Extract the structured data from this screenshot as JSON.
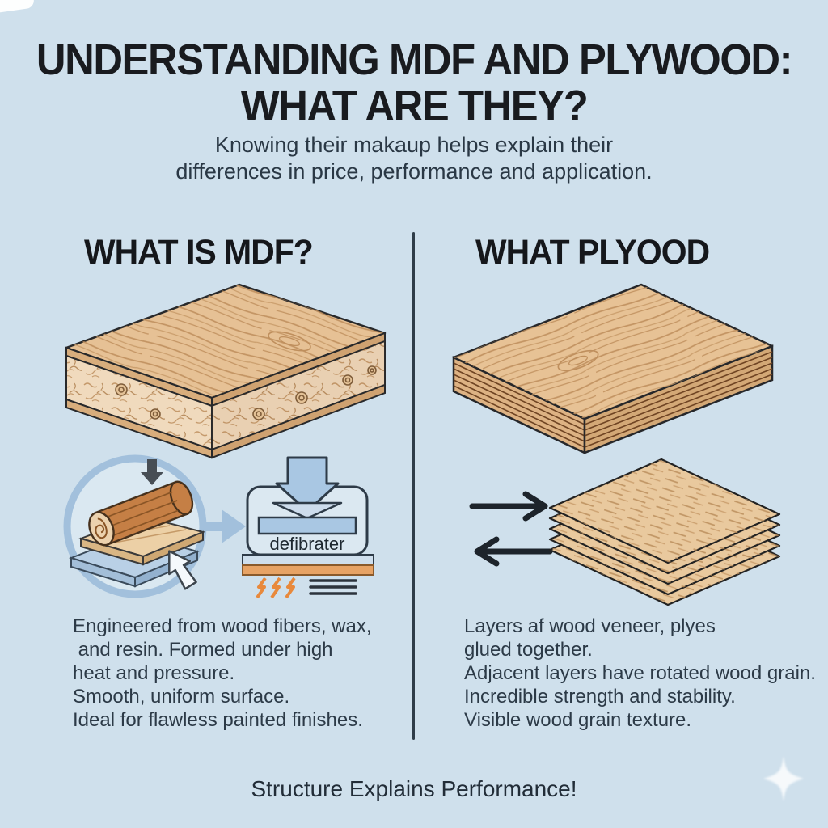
{
  "header": {
    "title_line1": "UNDERSTANDING MDF AND PLYWOOD:",
    "title_line2": "WHAT ARE THEY?",
    "subtitle_line1": "Knowing their makaup helps explain their",
    "subtitle_line2": "differences in price, performance and application."
  },
  "mdf_section": {
    "heading": "WHAT IS MDF?",
    "machine_label": "defibrater",
    "description_lines": [
      "Engineered from wood fibers, wax,",
      " and resin. Formed under high",
      "heat and pressure.",
      "Smooth, uniform surface.",
      "Ideal for flawless painted finishes."
    ]
  },
  "plywood_section": {
    "heading": "WHAT PLYOOD",
    "description_lines": [
      "Layers af wood veneer, plyes",
      "glued together.",
      "Adjacent layers have rotated wood grain.",
      "Incredible strength and stability.",
      "Visible wood grain texture."
    ]
  },
  "footer": {
    "tagline": "Structure Explains Performance!"
  },
  "colors": {
    "background": "#cfe0ec",
    "title_text": "#191b1f",
    "body_text": "#2c3a47",
    "wood_top": "#e6c195",
    "mdf_core": "#f0dabd",
    "accent_blue": "#a2c0dc",
    "machine_blue": "#a9c7e3",
    "accent_orange": "#e7a365",
    "divider": "#2f3d49"
  },
  "icons": {
    "process_circle": "log-to-fiber-process",
    "machine": "defibrator-press",
    "bolts": "lightning-bolts",
    "stack": "veneer-sheet-stack",
    "sparkle": "sparkle"
  }
}
